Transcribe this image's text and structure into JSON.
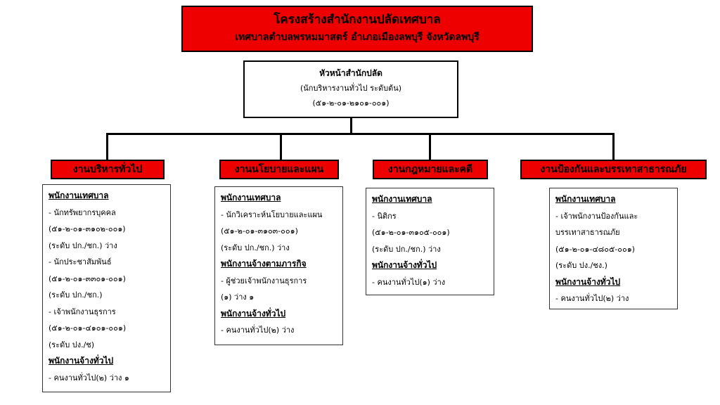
{
  "title": {
    "line1": "โครงสร้างสำนักงานปลัดเทศบาล",
    "line2": "เทศบาลตำบลพรหมมาสตร์ อำเภอเมืองลพบุรี จังหวัดลพบุรี"
  },
  "head": {
    "title": "หัวหน้าสำนักปลัด",
    "subtitle": "(นักบริหารงานทั่วไป  ระดับต้น)",
    "code": "(๕๑-๒-๐๑-๒๑๐๑-๐๐๑)"
  },
  "departments": [
    {
      "name": "งานบริหารทั่วไป",
      "lines": [
        {
          "text": "พนักงานเทศบาล",
          "heading": true
        },
        {
          "text": "- นักทรัพยากรบุคคล",
          "heading": false
        },
        {
          "text": "(๕๑-๒-๐๑-๓๑๐๒-๐๐๑)",
          "heading": false
        },
        {
          "text": "(ระดับ ปก./ชก.) ว่าง",
          "heading": false
        },
        {
          "text": "- นักประชาสัมพันธ์",
          "heading": false
        },
        {
          "text": "(๕๑-๒-๐๑-๓๓๐๑-๐๐๑)",
          "heading": false
        },
        {
          "text": "(ระดับ ปก./ชก.)",
          "heading": false
        },
        {
          "text": "- เจ้าพนักงานธุรการ",
          "heading": false
        },
        {
          "text": "(๕๑-๒-๐๑-๔๑๐๑-๐๐๑)",
          "heading": false
        },
        {
          "text": "(ระดับ ปง./ช)",
          "heading": false
        },
        {
          "text": "พนักงานจ้างทั่วไป",
          "heading": true
        },
        {
          "text": "- คนงานทั่วไป(๒) ว่าง ๑",
          "heading": false
        }
      ]
    },
    {
      "name": "งานนโยบายและแผน",
      "lines": [
        {
          "text": "พนักงานเทศบาล",
          "heading": true
        },
        {
          "text": "- นักวิเคราะห์นโยบายและแผน",
          "heading": false
        },
        {
          "text": "(๕๑-๒-๐๑-๓๑๐๓-๐๐๑)",
          "heading": false
        },
        {
          "text": "(ระดับ ปก./ชก.) ว่าง",
          "heading": false
        },
        {
          "text": "พนักงานจ้างตามภารกิจ",
          "heading": true
        },
        {
          "text": "- ผู้ช่วยเจ้าพนักงานธุรการ",
          "heading": false
        },
        {
          "text": "(๑) ว่าง ๑",
          "heading": false
        },
        {
          "text": "พนักงานจ้างทั่วไป",
          "heading": true
        },
        {
          "text": "- คนงานทั่วไป(๒) ว่าง",
          "heading": false
        }
      ]
    },
    {
      "name": "งานกฎหมายและคดี",
      "lines": [
        {
          "text": "พนักงานเทศบาล",
          "heading": true
        },
        {
          "text": "- นิติกร",
          "heading": false
        },
        {
          "text": " (๕๑-๒-๐๑-๓๑๐๕-๐๐๑)",
          "heading": false
        },
        {
          "text": "(ระดับ ปก./ชก.) ว่าง",
          "heading": false
        },
        {
          "text": "พนักงานจ้างทั่วไป",
          "heading": true
        },
        {
          "text": "- คนงานทั่วไป(๑) ว่าง",
          "heading": false
        }
      ]
    },
    {
      "name": "งานป้องกันและบรรเทาสาธารณภัย",
      "lines": [
        {
          "text": "พนักงานเทศบาล",
          "heading": true
        },
        {
          "text": "- เจ้าพนักงานป้องกันและ",
          "heading": false
        },
        {
          "text": "บรรเทาสาธารณภัย",
          "heading": false
        },
        {
          "text": "(๕๑-๒-๐๑-๔๘๐๕-๐๐๑)",
          "heading": false
        },
        {
          "text": "(ระดับ ปง./ชง.)",
          "heading": false
        },
        {
          "text": "พนักงานจ้างทั่วไป",
          "heading": true
        },
        {
          "text": "- คนงานทั่วไป(๒) ว่าง",
          "heading": false
        }
      ]
    }
  ]
}
